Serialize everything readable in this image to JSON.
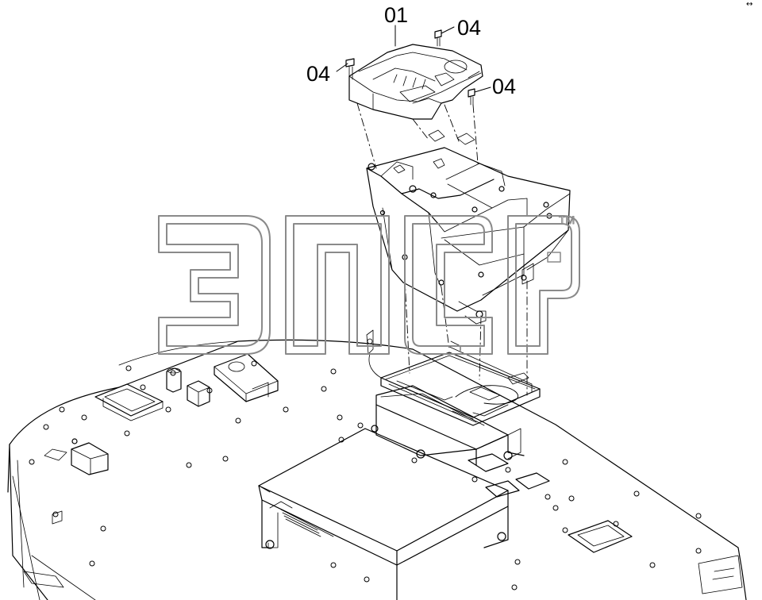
{
  "callouts": {
    "part_01": "01",
    "part_04_top": "04",
    "part_04_left": "04",
    "part_04_right": "04"
  },
  "watermark": {
    "text": "ЭПСР",
    "trademark": "TM"
  },
  "corner_mark": "↔",
  "colors": {
    "line": "#000000",
    "watermark_stroke": "#8a8a8a",
    "background": "#ffffff"
  }
}
